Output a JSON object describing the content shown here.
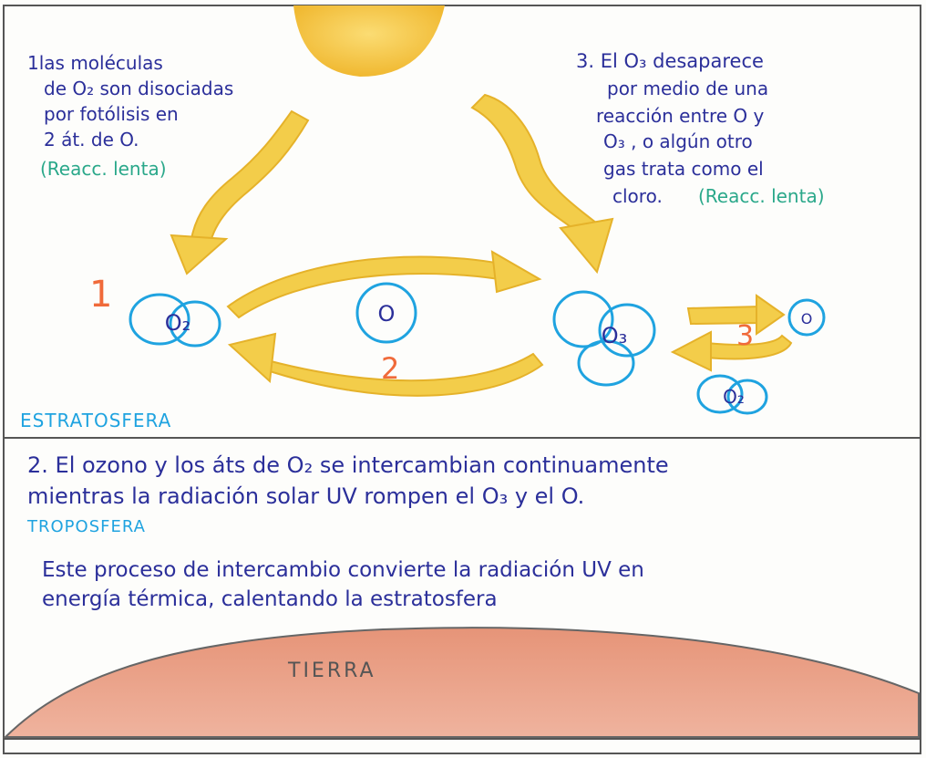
{
  "notes": {
    "note1": {
      "lines": [
        "1las moléculas",
        "de O₂ son disociadas",
        "por fotólisis en",
        "2 át. de O."
      ],
      "speed": "(Reacc. lenta)"
    },
    "note3": {
      "lines": [
        "3. El O₃ desaparece",
        "por medio de una",
        "reacción entre O y",
        "O₃ , o algún otro",
        "gas trata como el",
        "cloro."
      ],
      "speed": "(Reacc. lenta)"
    }
  },
  "molecules": {
    "o2_left": "O₂",
    "o_center": "O",
    "o3": "O₃",
    "o_small": "O",
    "o2_right": "O₂"
  },
  "reaction_numbers": {
    "n1": "1",
    "n2": "2",
    "n3": "3"
  },
  "layers": {
    "stratosphere": "ESTRATOSFERA",
    "troposphere": "TROPOSFERA",
    "earth": "TIERRA"
  },
  "explanation": {
    "line1": "2. El ozono y los áts de O₂ se intercambian continuamente",
    "line2": "mientras la radiación solar UV rompen el O₃ y el O.",
    "line3": "Este proceso de intercambio convierte la radiación UV en",
    "line4": "energía térmica, calentando la estratosfera"
  },
  "colors": {
    "sun": "#f6c340",
    "arrow": "#f3cd4a",
    "arrow_stroke": "#e5b22a",
    "molecule_outline": "#1fa3e0",
    "molecule_text": "#2b2f9a",
    "note_text": "#2b2f9a",
    "reaction_speed": "#2aa88a",
    "number_red": "#f06a3a",
    "layer_label": "#1fa3e0",
    "earth_fill": "#e8876a",
    "frame": "#555555",
    "dark_text": "#2b2f9a"
  }
}
